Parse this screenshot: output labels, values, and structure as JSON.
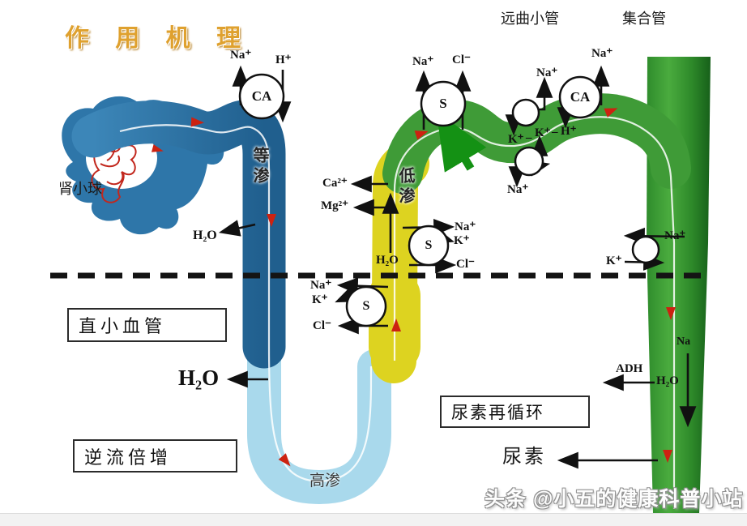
{
  "title": "作 用 机 理",
  "header": {
    "distal_tubule": "远曲小管",
    "collecting_duct": "集合管"
  },
  "anatomy": {
    "glomerulus": "肾小球",
    "vasa_recta": "直小血管",
    "countercurrent": "逆流倍增",
    "urea_recycling": "尿素再循环",
    "urea": "尿素"
  },
  "osmolarity": {
    "isotonic": "等渗",
    "hypotonic": "低渗",
    "hypertonic": "高渗"
  },
  "ions": {
    "na": "Na⁺",
    "na_plain": "Na",
    "k": "K⁺",
    "h": "H⁺",
    "cl": "Cl⁻",
    "ca": "Ca²⁺",
    "mg": "Mg²⁺",
    "h2o": "H₂O",
    "adh": "ADH",
    "dash": "–"
  },
  "transporters": {
    "ca": "CA",
    "s": "S"
  },
  "watermark": "头条 @小五的健康科普小站",
  "colors": {
    "proximal_blue": "#2e76a9",
    "thin_limb_blue": "#a9d9ec",
    "thick_limb_yellow": "#ddd320",
    "distal_green": "#3f9b37",
    "title_orange": "#dfa12f",
    "flow_red": "#cc2211",
    "arrow_black": "#111111"
  }
}
